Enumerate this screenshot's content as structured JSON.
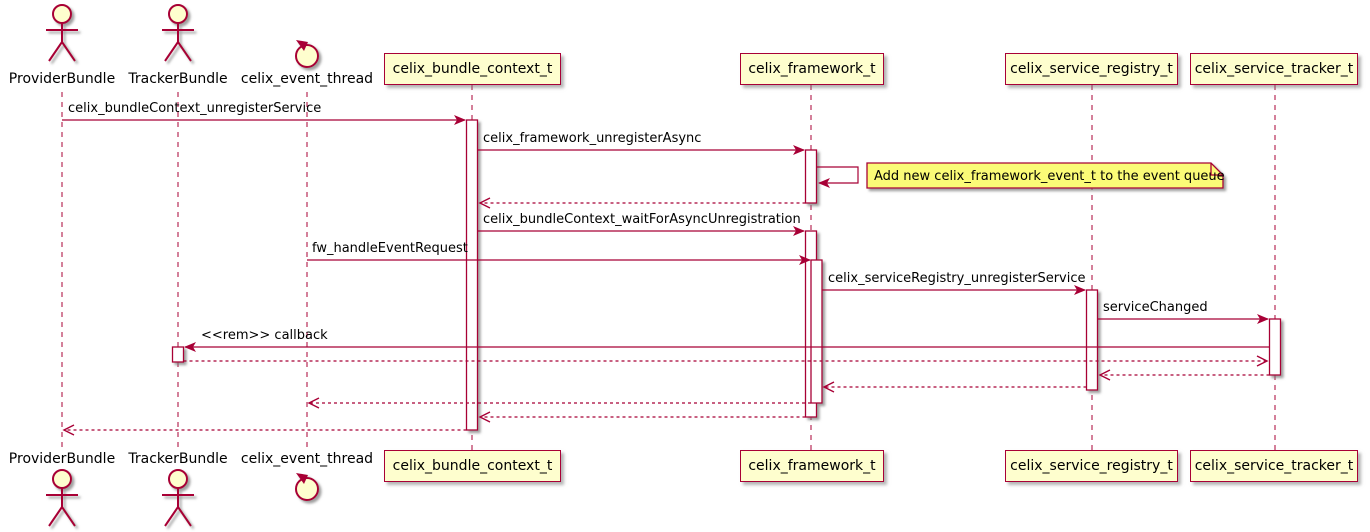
{
  "diagram_type": "sequence-diagram",
  "colors": {
    "line": "#A80036",
    "participant_fill": "#FEFECE",
    "note_fill": "#FBFB77",
    "activation_fill": "#FFFFFF",
    "background": "#FFFFFF",
    "text": "#000000"
  },
  "participants": [
    {
      "id": "provider-bundle",
      "label": "ProviderBundle",
      "kind": "actor"
    },
    {
      "id": "tracker-bundle",
      "label": "TrackerBundle",
      "kind": "actor"
    },
    {
      "id": "event-thread",
      "label": "celix_event_thread",
      "kind": "control"
    },
    {
      "id": "bundle-context",
      "label": "celix_bundle_context_t",
      "kind": "participant"
    },
    {
      "id": "framework",
      "label": "celix_framework_t",
      "kind": "participant"
    },
    {
      "id": "service-registry",
      "label": "celix_service_registry_t",
      "kind": "participant"
    },
    {
      "id": "service-tracker",
      "label": "celix_service_tracker_t",
      "kind": "participant"
    }
  ],
  "messages": [
    {
      "label": "celix_bundleContext_unregisterService",
      "from": "ProviderBundle",
      "to": "celix_bundle_context_t",
      "line": "solid"
    },
    {
      "label": "celix_framework_unregisterAsync",
      "from": "celix_bundle_context_t",
      "to": "celix_framework_t",
      "line": "solid"
    },
    {
      "label": "",
      "from": "celix_framework_t",
      "to": "celix_framework_t",
      "line": "self"
    },
    {
      "label": "",
      "from": "celix_framework_t",
      "to": "celix_bundle_context_t",
      "line": "return"
    },
    {
      "label": "celix_bundleContext_waitForAsyncUnregistration",
      "from": "celix_bundle_context_t",
      "to": "celix_framework_t",
      "line": "solid"
    },
    {
      "label": "fw_handleEventRequest",
      "from": "celix_event_thread",
      "to": "celix_framework_t",
      "line": "solid"
    },
    {
      "label": "celix_serviceRegistry_unregisterService",
      "from": "celix_framework_t",
      "to": "celix_service_registry_t",
      "line": "solid"
    },
    {
      "label": "serviceChanged",
      "from": "celix_service_registry_t",
      "to": "celix_service_tracker_t",
      "line": "solid"
    },
    {
      "label": "<<rem>> callback",
      "from": "celix_service_tracker_t",
      "to": "TrackerBundle",
      "line": "solid"
    },
    {
      "label": "",
      "from": "TrackerBundle",
      "to": "celix_service_tracker_t",
      "line": "return"
    },
    {
      "label": "",
      "from": "celix_service_tracker_t",
      "to": "celix_service_registry_t",
      "line": "return"
    },
    {
      "label": "",
      "from": "celix_service_registry_t",
      "to": "celix_framework_t",
      "line": "return"
    },
    {
      "label": "",
      "from": "celix_framework_t",
      "to": "celix_event_thread",
      "line": "return"
    },
    {
      "label": "",
      "from": "celix_framework_t",
      "to": "celix_bundle_context_t",
      "line": "return"
    },
    {
      "label": "",
      "from": "celix_bundle_context_t",
      "to": "ProviderBundle",
      "line": "return"
    }
  ],
  "note": {
    "text": "Add new celix_framework_event_t to the event queue"
  }
}
